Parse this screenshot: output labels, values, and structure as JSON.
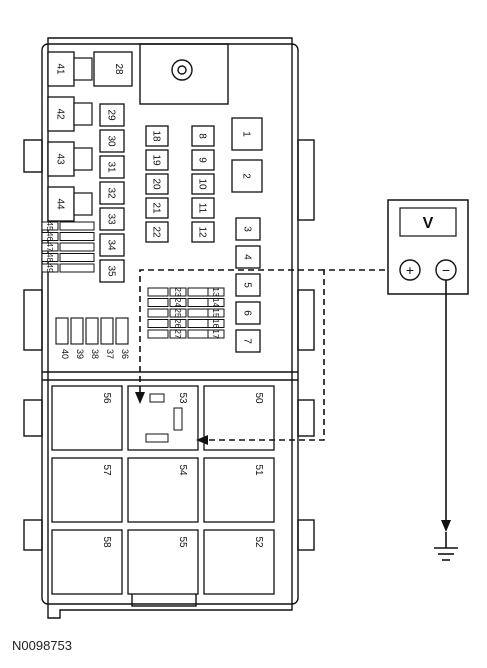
{
  "figure_id": "N0098753",
  "meter": {
    "display": "V",
    "plus": "+",
    "minus": "−"
  },
  "relays_left": [
    "41",
    "42",
    "43",
    "44"
  ],
  "relay_top": "28",
  "fuses_col_a": [
    "29",
    "30",
    "31",
    "32",
    "33",
    "34",
    "35"
  ],
  "fuses_col_b": [
    "18",
    "19",
    "20",
    "21",
    "22"
  ],
  "fuses_col_c": [
    "8",
    "9",
    "10",
    "11",
    "12"
  ],
  "fuses_right_large": [
    "1",
    "2"
  ],
  "fuses_right_small": [
    "3",
    "4",
    "5",
    "6",
    "7"
  ],
  "mini_row_left": [
    "45",
    "46",
    "47",
    "48",
    "49"
  ],
  "mini_row_center": [
    "23",
    "24",
    "25",
    "26",
    "27"
  ],
  "mini_row_right": [
    "13",
    "14",
    "15",
    "16",
    "17"
  ],
  "bottom_fuses": [
    "40",
    "39",
    "38",
    "37",
    "36"
  ],
  "relays_bottom": [
    [
      "56",
      "53",
      "50"
    ],
    [
      "57",
      "54",
      "51"
    ],
    [
      "58",
      "55",
      "52"
    ]
  ]
}
